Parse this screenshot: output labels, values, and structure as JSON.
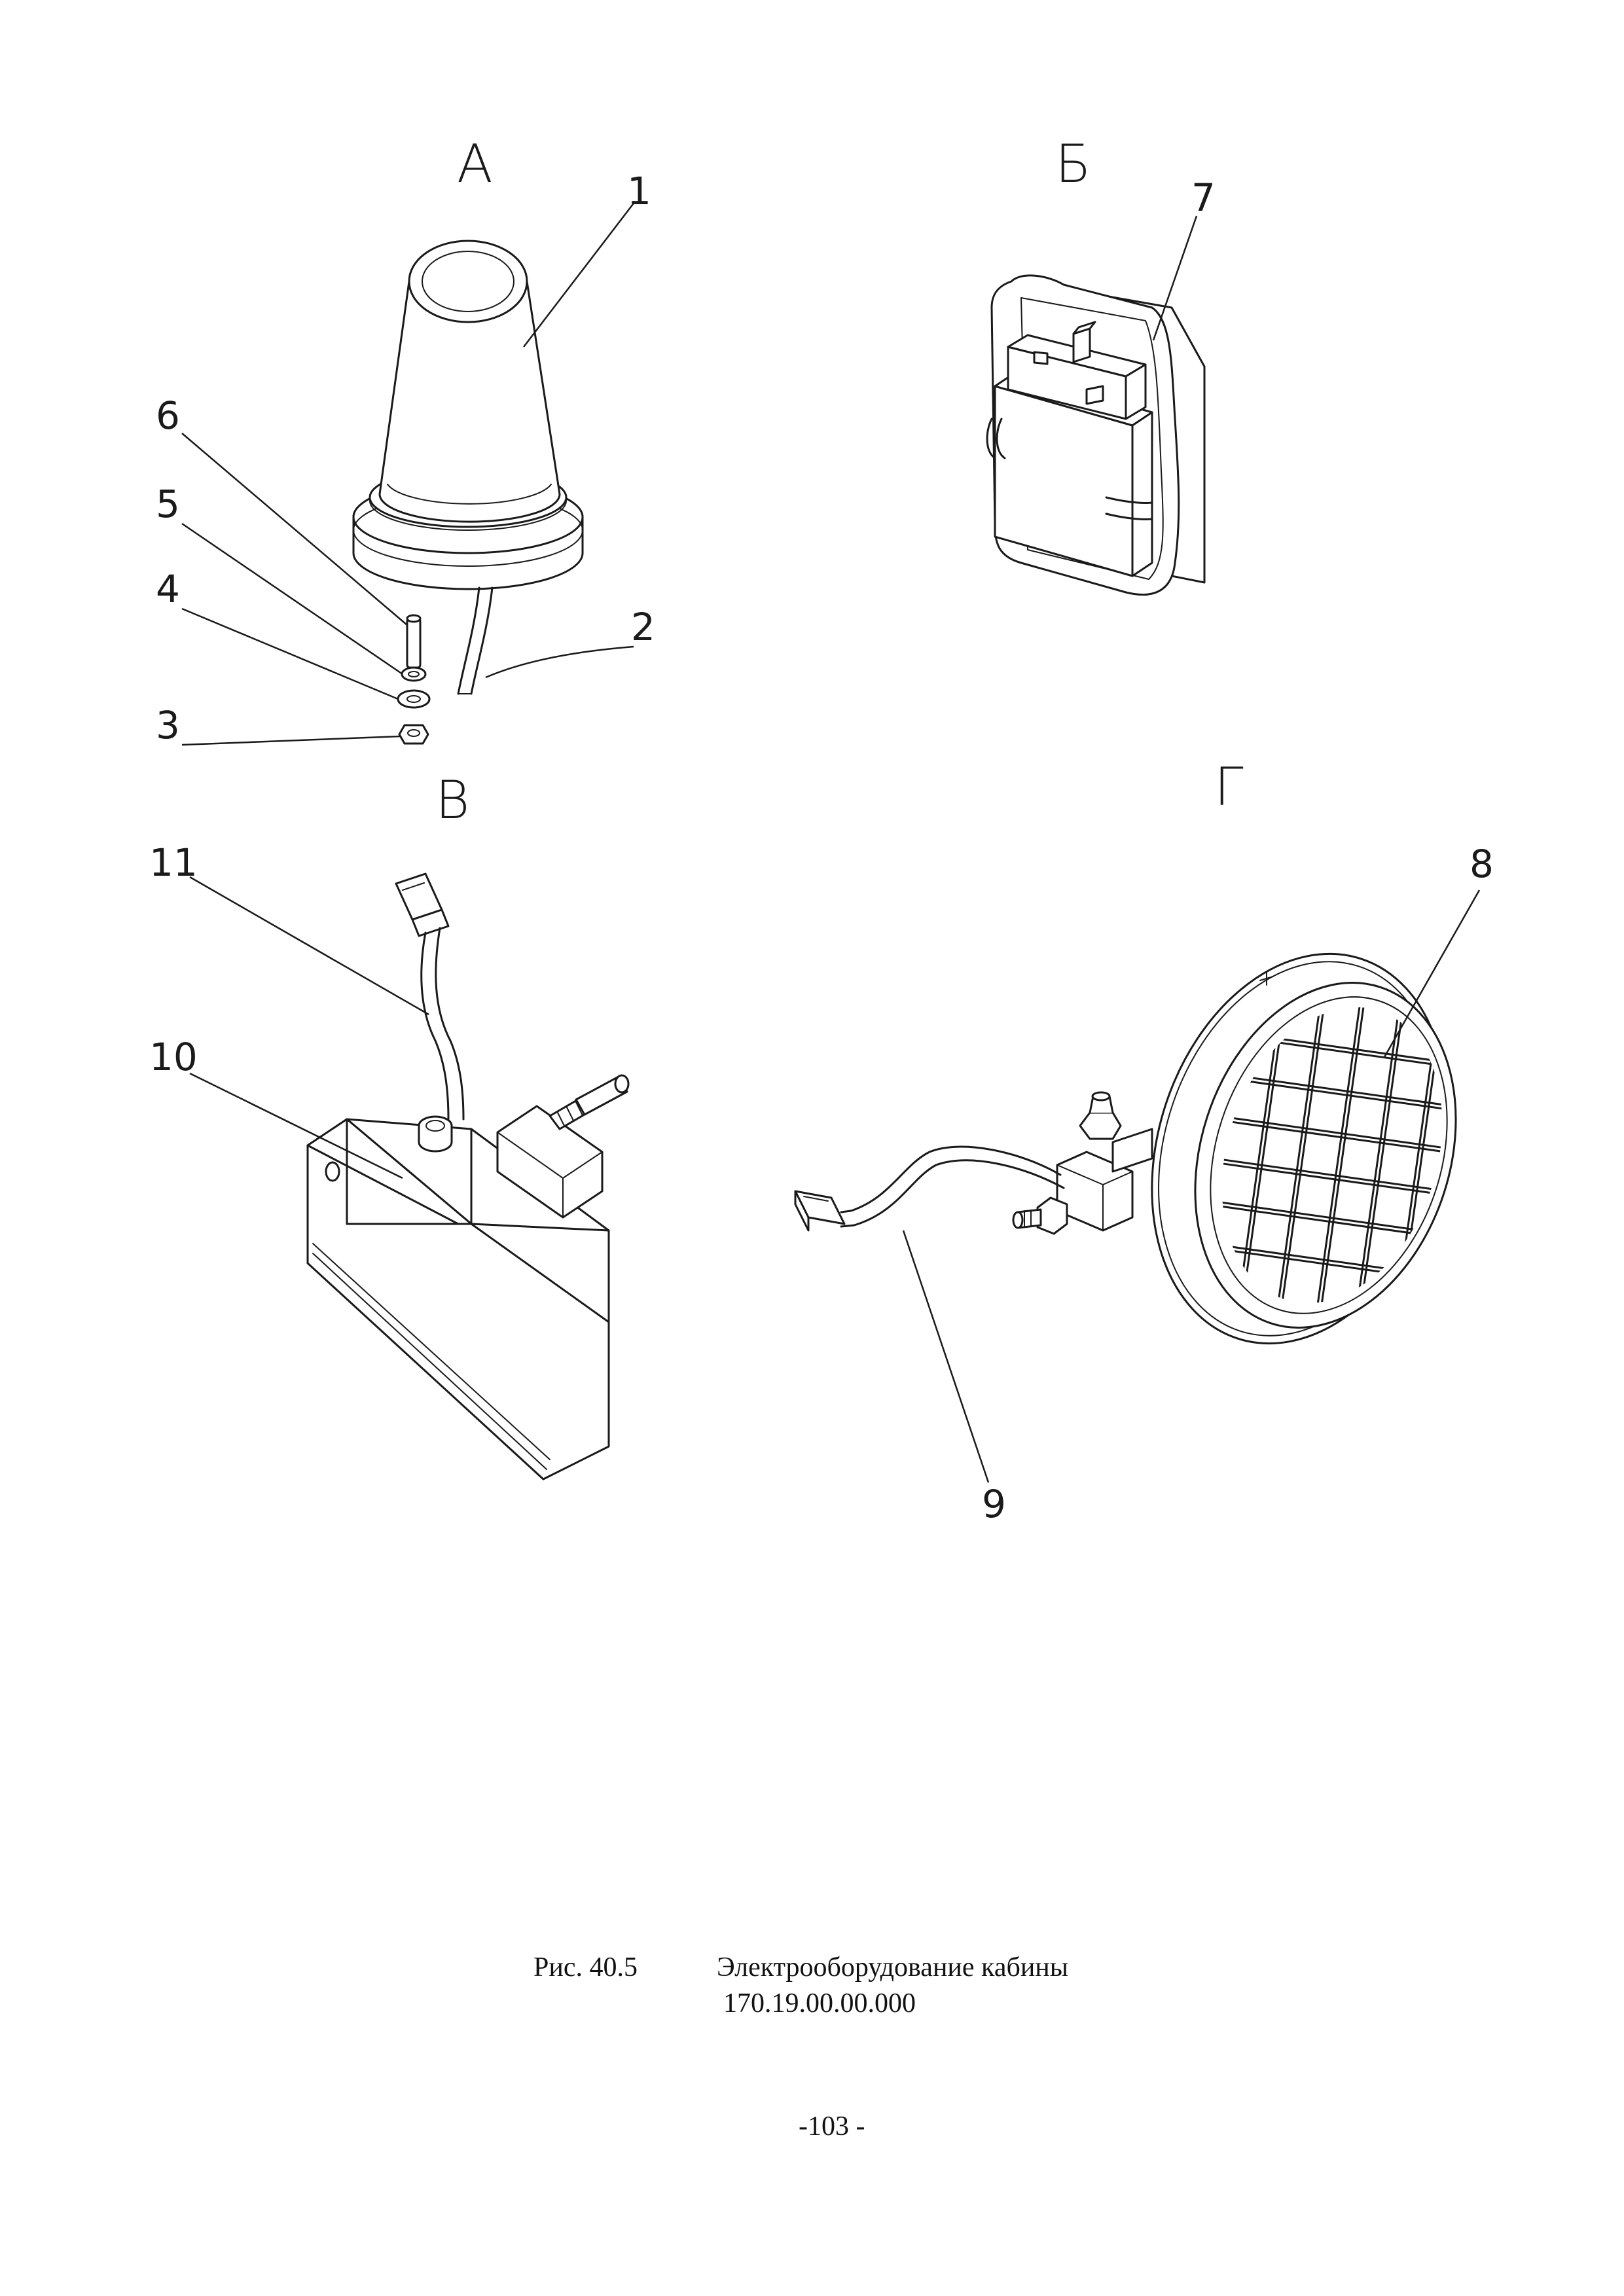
{
  "views": {
    "a": "А",
    "b": "Б",
    "v": "В",
    "g": "Г"
  },
  "callouts": {
    "c1": "1",
    "c2": "2",
    "c3": "3",
    "c4": "4",
    "c5": "5",
    "c6": "6",
    "c7": "7",
    "c8": "8",
    "c9": "9",
    "c10": "10",
    "c11": "11"
  },
  "caption": {
    "figure": "Рис. 40.5",
    "title": "Электрооборудование кабины",
    "code": "170.19.00.00.000"
  },
  "page_number": "-103 -"
}
